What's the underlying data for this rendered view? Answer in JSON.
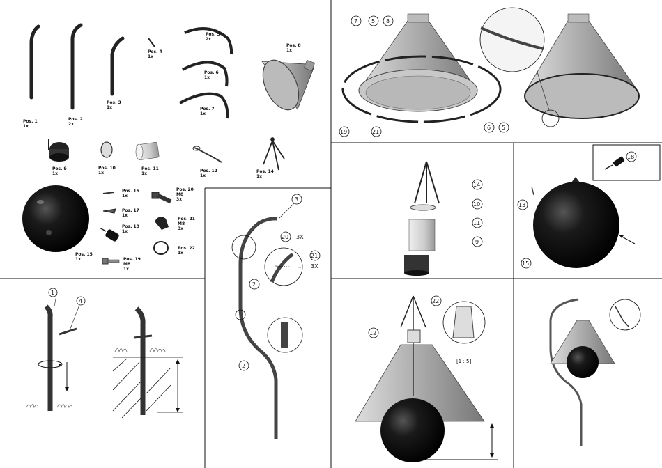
{
  "parts": [
    {
      "pos": "Pos. 1",
      "qty": "1x"
    },
    {
      "pos": "Pos. 2",
      "qty": "2x"
    },
    {
      "pos": "Pos. 3",
      "qty": "1x"
    },
    {
      "pos": "Pos. 4",
      "qty": "1x"
    },
    {
      "pos": "Pos. 5",
      "qty": "2x"
    },
    {
      "pos": "Pos. 6",
      "qty": "1x"
    },
    {
      "pos": "Pos. 7",
      "qty": "1x"
    },
    {
      "pos": "Pos. 8",
      "qty": "1x"
    },
    {
      "pos": "Pos. 9",
      "qty": "1x"
    },
    {
      "pos": "Pos. 10",
      "qty": "1x"
    },
    {
      "pos": "Pos. 11",
      "qty": "1x"
    },
    {
      "pos": "Pos. 12",
      "qty": "1x"
    },
    {
      "pos": "Pos. 14",
      "qty": "1x"
    },
    {
      "pos": "Pos. 15",
      "qty": "1x"
    },
    {
      "pos": "Pos. 16",
      "qty": "1x"
    },
    {
      "pos": "Pos. 17",
      "qty": "1x"
    },
    {
      "pos": "Pos. 18",
      "qty": "1x"
    },
    {
      "pos": "Pos. 19",
      "qty": "M8",
      "qty2": "1x"
    },
    {
      "pos": "Pos. 20",
      "qty": "M8",
      "qty2": "3x"
    },
    {
      "pos": "Pos. 21",
      "qty": "M8",
      "qty2": "3x"
    },
    {
      "pos": "Pos. 22",
      "qty": "1x"
    }
  ],
  "step_pole": {
    "n1": "1",
    "n4": "4"
  },
  "step_bend": {
    "n3": "3",
    "n2a": "2",
    "n2b": "2",
    "n20": "20",
    "n21": "21",
    "x20": "3X",
    "x21": "3X"
  },
  "step_ring": {
    "n7": "7",
    "n5a": "5",
    "n8": "8",
    "n19": "19",
    "n21": "21",
    "n6": "6",
    "n5b": "5"
  },
  "step_trap": {
    "n14": "14",
    "n10": "10",
    "n11": "11",
    "n9": "9"
  },
  "step_ball": {
    "n18": "18",
    "n13": "13",
    "n15": "15"
  },
  "step_hang": {
    "n22": "22",
    "n12": "12",
    "scale": "[1 : 5]"
  }
}
